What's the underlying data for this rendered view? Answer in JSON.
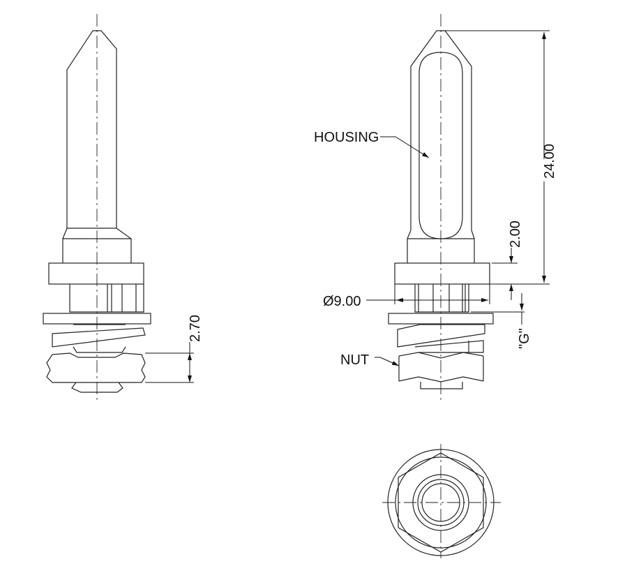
{
  "labels": {
    "housing": "HOUSING",
    "nut": "NUT",
    "diameter": "Ø9.00",
    "height_total": "24.00",
    "height_flange": "2.00",
    "gap": "\"G\"",
    "nut_height": "2.70"
  }
}
